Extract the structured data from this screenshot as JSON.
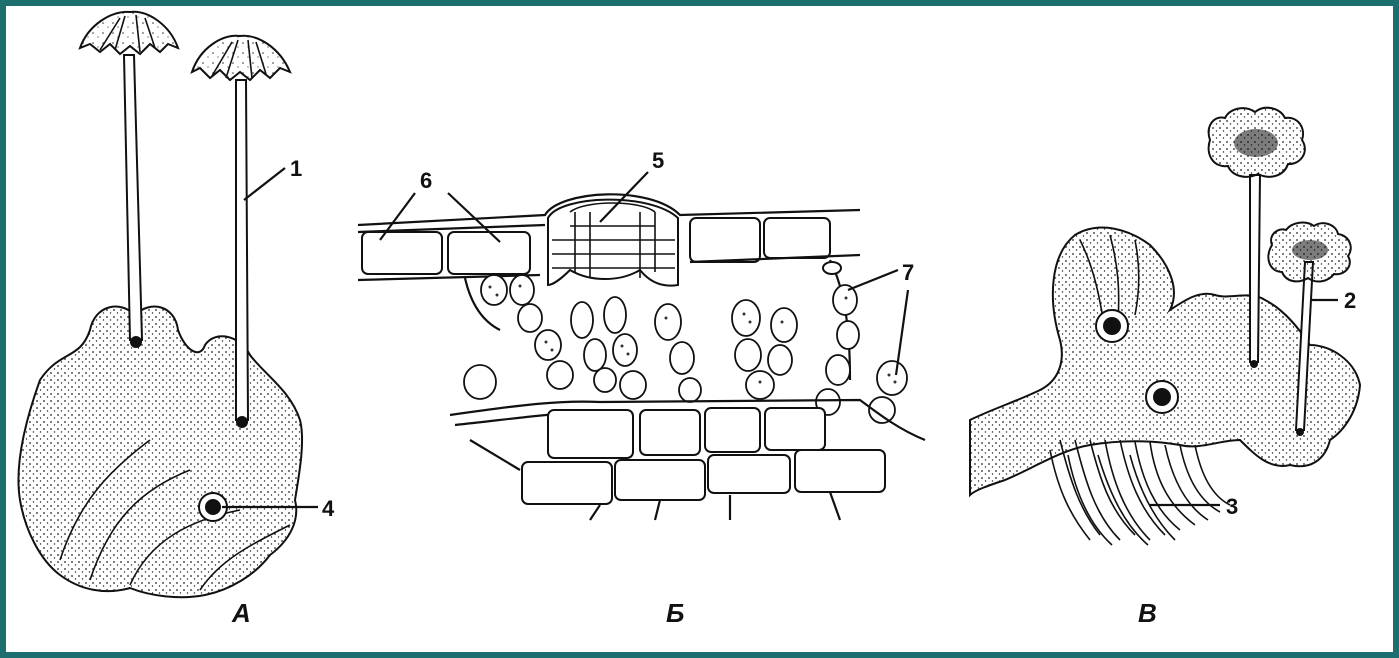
{
  "panels": {
    "a": {
      "label": "А",
      "callouts": [
        "1",
        "4"
      ]
    },
    "b": {
      "label": "Б",
      "callouts": [
        "5",
        "6",
        "7"
      ]
    },
    "c": {
      "label": "В",
      "callouts": [
        "2",
        "3"
      ]
    }
  },
  "colors": {
    "frame": "#1d6f6f",
    "background": "#ffffff",
    "ink": "#111111"
  }
}
